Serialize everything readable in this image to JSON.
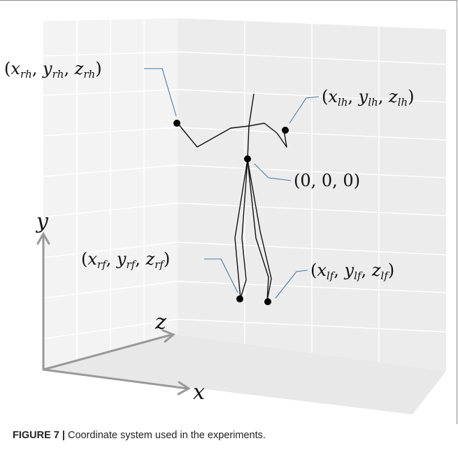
{
  "figure": {
    "axes": {
      "x": "x",
      "y": "y",
      "z": "z"
    },
    "points": {
      "right_hand": {
        "label_latex": "(x_{rh}, y_{rh}, z_{rh})",
        "sub": "rh"
      },
      "left_hand": {
        "label_latex": "(x_{lh}, y_{lh}, z_{lh})",
        "sub": "lh"
      },
      "origin": {
        "label": "(0, 0, 0)"
      },
      "right_foot": {
        "label_latex": "(x_{rf}, y_{rf}, z_{rf})",
        "sub": "rf"
      },
      "left_foot": {
        "label_latex": "(x_{lf}, y_{lf}, z_{lf})",
        "sub": "lf"
      }
    },
    "colors": {
      "wall_back": "#f3f3f3",
      "wall_side": "#eaeaea",
      "floor": "#e8e8e8",
      "grid": "#ffffff",
      "axis_arrow": "#999999",
      "leader": "#4a7aa8",
      "skeleton": "#111111",
      "joint": "#000000"
    }
  },
  "caption": {
    "label": "FIGURE 7 |",
    "text": " Coordinate system used in the experiments."
  }
}
